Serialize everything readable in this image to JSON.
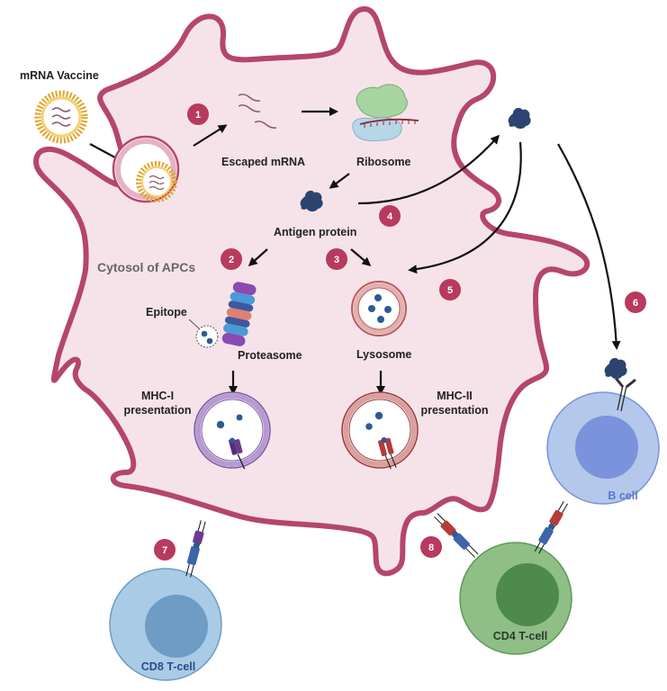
{
  "title": "mRNA vaccine antigen presentation pathway",
  "colors": {
    "membrane": "#b5466b",
    "cytosol": "#f6e3ea",
    "step_badge": "#b83a5e",
    "mhc1_vesicle": "#9a73b8",
    "mhc2_vesicle": "#b85a5a",
    "antigen": "#2b4470",
    "b_cell": "#b3c8ea",
    "b_cell_nucleus": "#7b93dc",
    "cd4_cell": "#8fbe87",
    "cd4_nucleus": "#4d8a4c",
    "cd8_cell": "#a9cbe6",
    "cd8_nucleus": "#6f9cc4",
    "lipid": "#e0a52c"
  },
  "labels": {
    "mrna_vaccine": "mRNA Vaccine",
    "escaped_mrna": "Escaped mRNA",
    "ribosome": "Ribosome",
    "antigen_protein": "Antigen protein",
    "cytosol": "Cytosol of APCs",
    "epitope": "Epitope",
    "proteasome": "Proteasome",
    "lysosome": "Lysosome",
    "mhc1_line1": "MHC-I",
    "mhc1_line2": "presentation",
    "mhc2_line1": "MHC-II",
    "mhc2_line2": "presentation",
    "b_cell": "B cell",
    "cd4_tcell": "CD4 T-cell",
    "cd8_tcell": "CD8 T-cell"
  },
  "steps": [
    "1",
    "2",
    "3",
    "4",
    "5",
    "6",
    "7",
    "8"
  ]
}
